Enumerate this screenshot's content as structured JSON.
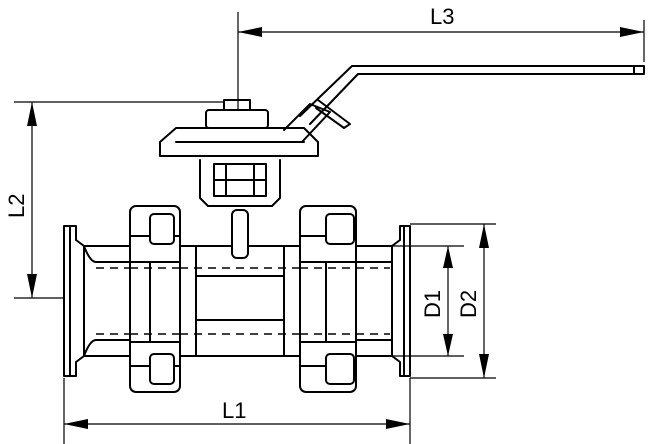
{
  "labels": {
    "l1": "L1",
    "l2": "L2",
    "l3": "L3",
    "d1": "D1",
    "d2": "D2"
  },
  "colors": {
    "line": "#000000",
    "background": "#ffffff"
  }
}
